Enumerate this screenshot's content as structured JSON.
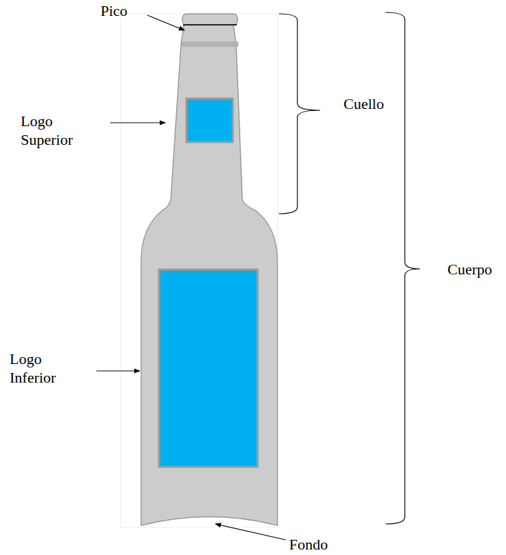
{
  "diagram": {
    "labels": [
      "Pico",
      "Logo Superior",
      "Cuello",
      "Cuerpo",
      "Logo Inferior",
      "Fondo"
    ]
  }
}
